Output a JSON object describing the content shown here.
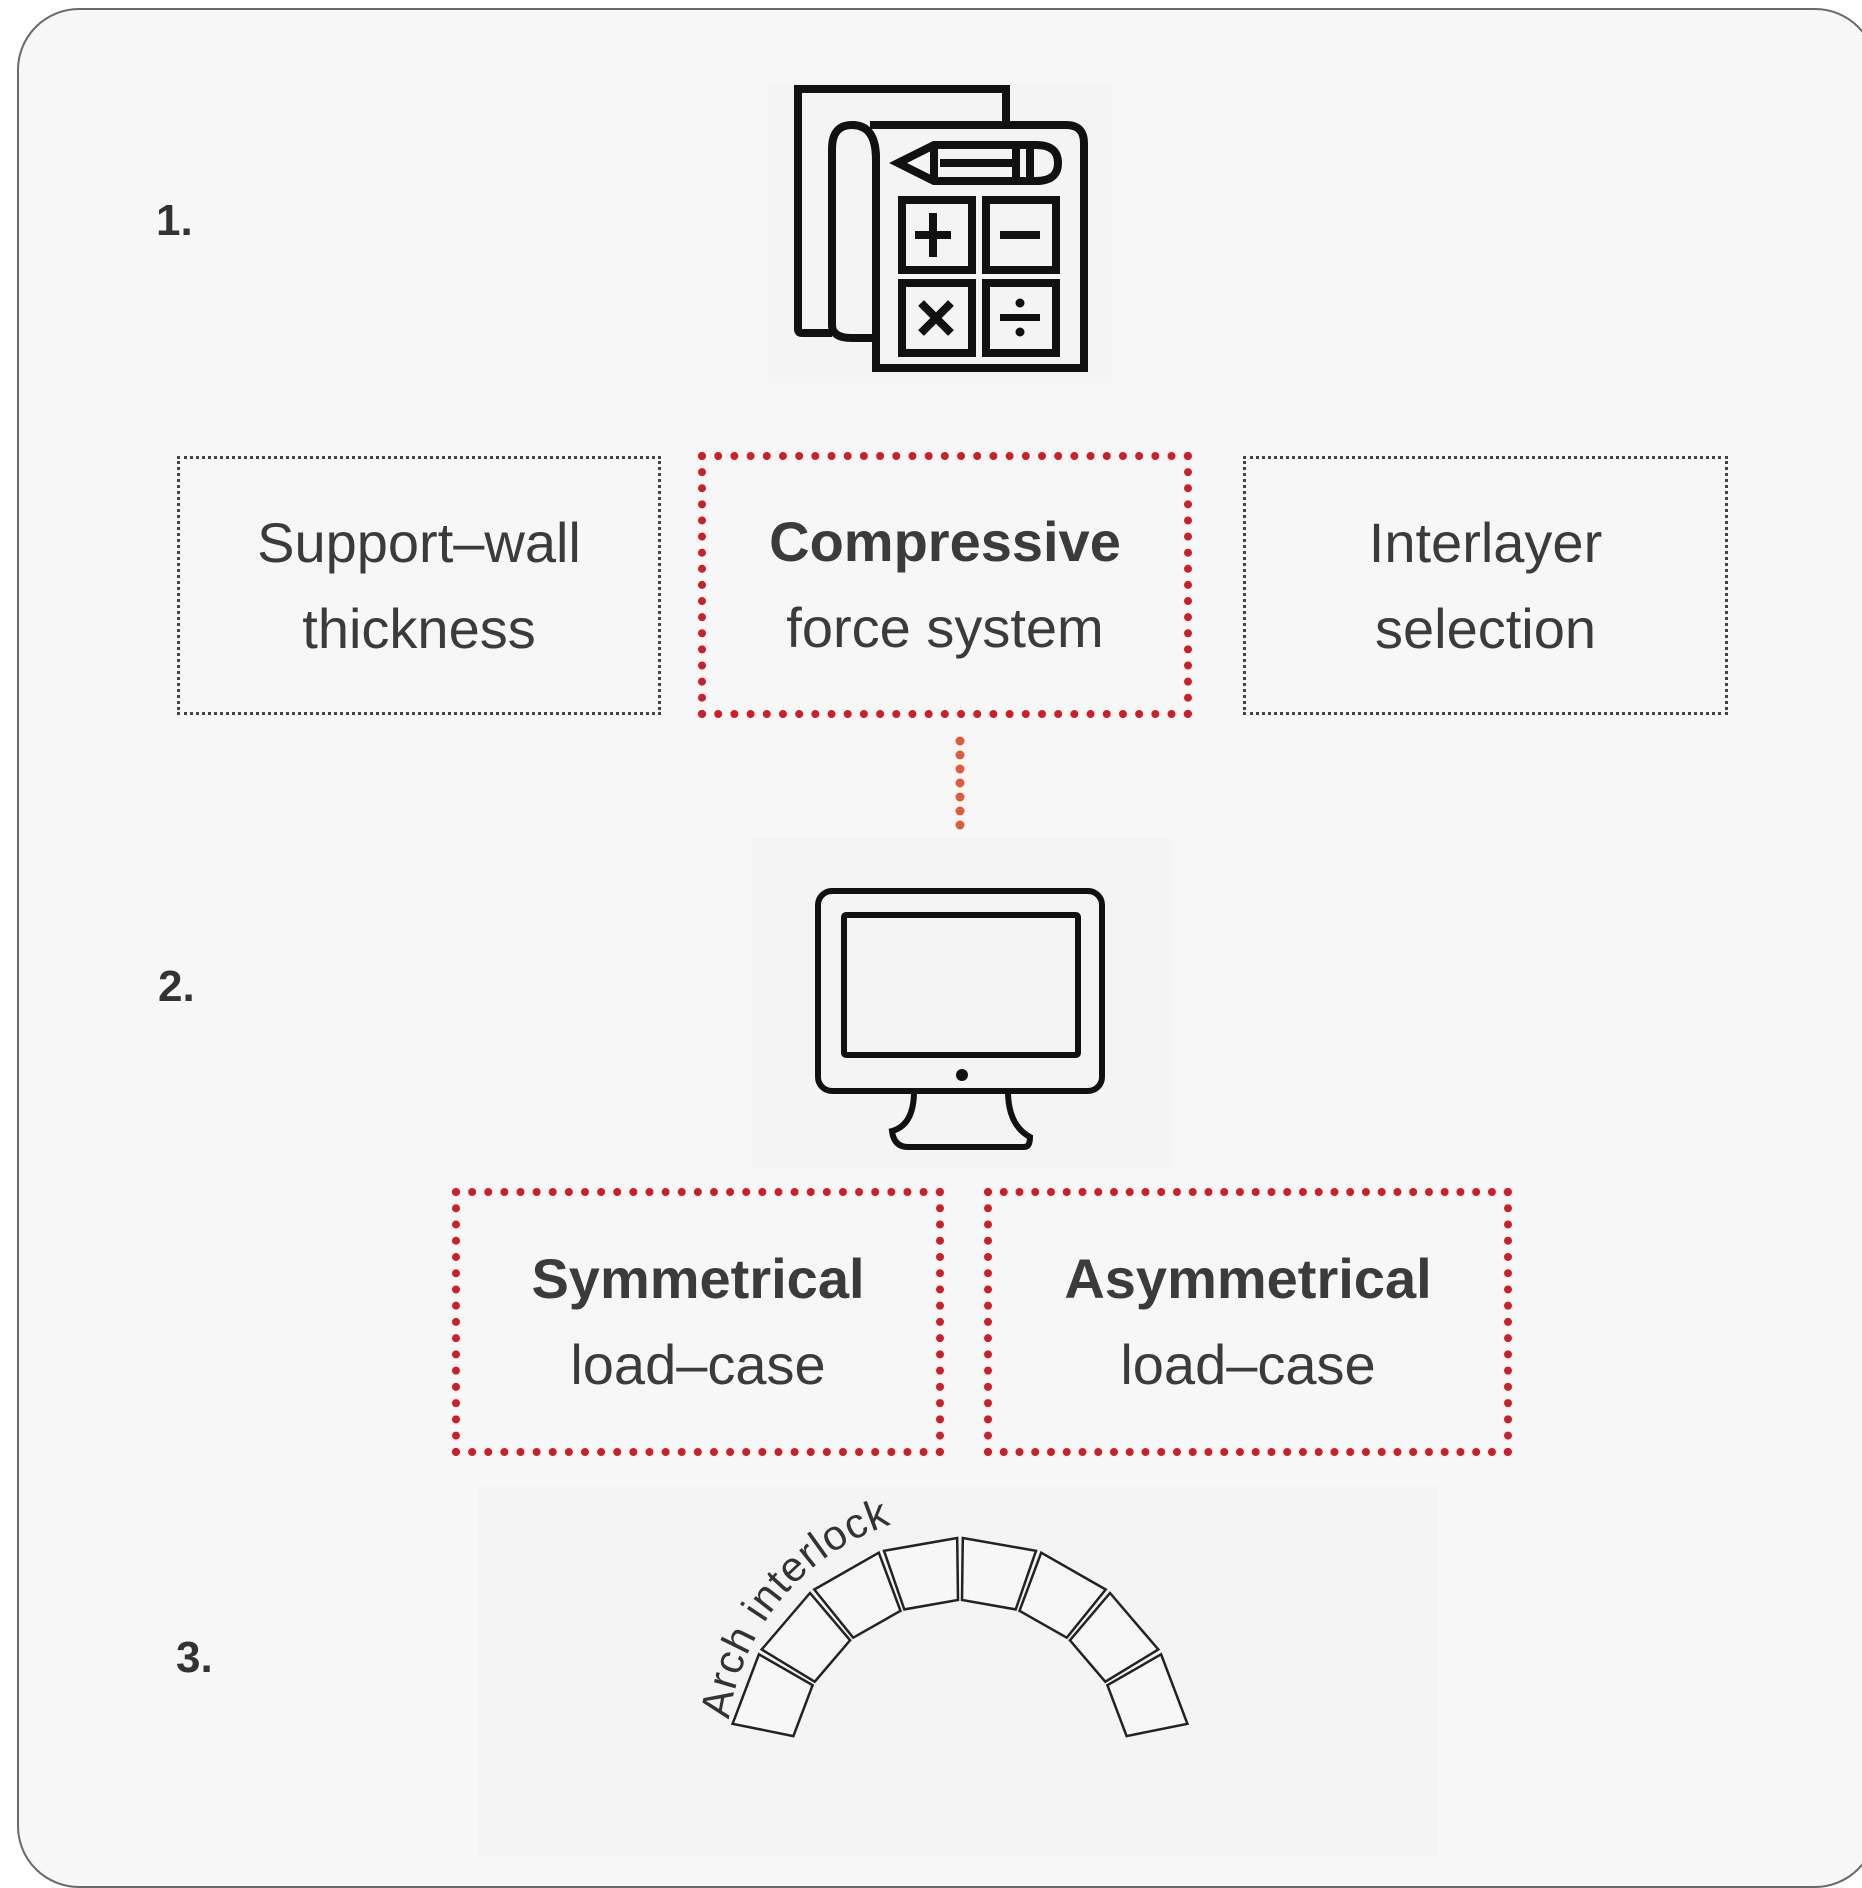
{
  "steps": [
    "1.",
    "2.",
    "3."
  ],
  "colors": {
    "accent": "#cc1f27",
    "arrow": "#e05a3c",
    "frame": "#6a6a6a"
  },
  "icons": [
    "calculator-document-icon",
    "monitor-icon",
    "arch-icon"
  ],
  "row1": [
    {
      "line1": "Support–wall",
      "line2": "thickness"
    },
    {
      "line1": "Compressive",
      "line2": "force system"
    },
    {
      "line1": "Interlayer",
      "line2": "selection"
    }
  ],
  "row2": [
    {
      "line1": "Symmetrical",
      "line2": "load–case"
    },
    {
      "line1": "Asymmetrical",
      "line2": "load–case"
    }
  ],
  "arch_label": "Arch interlock"
}
